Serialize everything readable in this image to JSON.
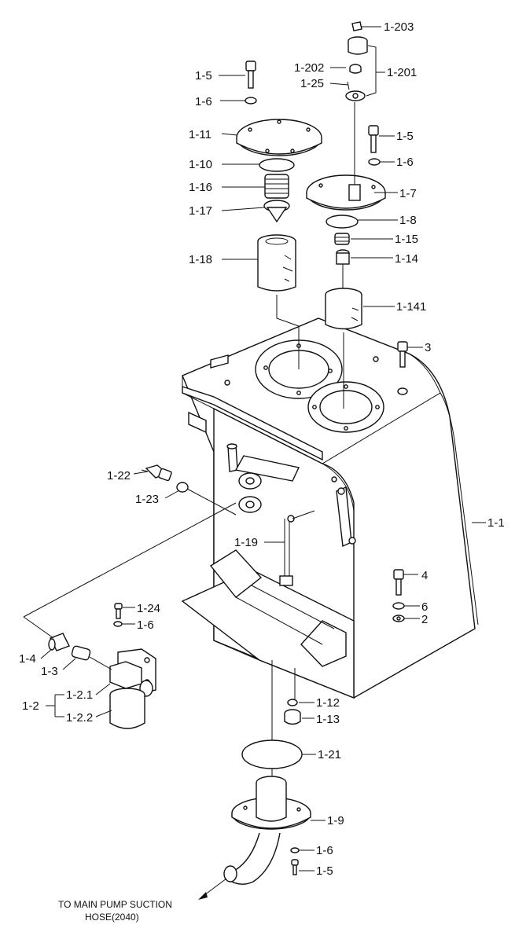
{
  "callouts": [
    "1-203",
    "1-202",
    "1-201",
    "1-25",
    "1-5",
    "1-6",
    "1-11",
    "1-10",
    "1-16",
    "1-17",
    "1-18",
    "1-5",
    "1-6",
    "1-7",
    "1-8",
    "1-15",
    "1-14",
    "1-141",
    "3",
    "1-22",
    "1-23",
    "1-19",
    "1-1",
    "4",
    "6",
    "2",
    "1-24",
    "1-6",
    "1-4",
    "1-3",
    "1-2.1",
    "1-2",
    "1-2.2",
    "1-12",
    "1-13",
    "1-21",
    "1-9",
    "1-6",
    "1-5"
  ],
  "note": {
    "line1": "TO MAIN PUMP SUCTION",
    "line2": "HOSE(2040)"
  }
}
